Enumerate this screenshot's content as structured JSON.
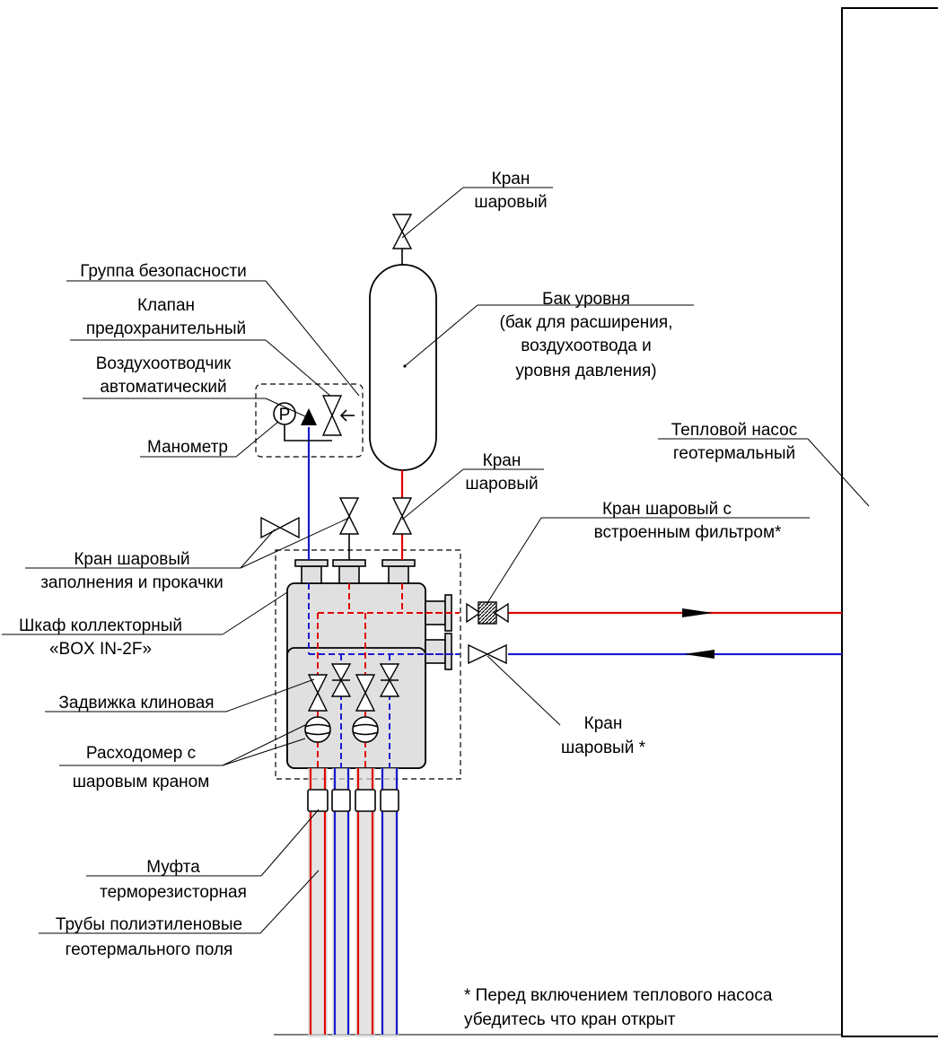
{
  "labels": {
    "kran_top_1": "Кран",
    "kran_top_2": "шаровый",
    "gruppa": "Группа безопасности",
    "klapan_1": "Клапан",
    "klapan_2": "предохранительный",
    "vozdukh_1": "Воздухоотводчик",
    "vozdukh_2": "автоматический",
    "manometr": "Манометр",
    "manometr_symbol": "P",
    "bak_1": "Бак уровня",
    "bak_2": "(бак для расширения,",
    "bak_3": "воздухоотвода и",
    "bak_4": "уровня давления)",
    "kran_mid_1": "Кран",
    "kran_mid_2": "шаровый",
    "teplovoy_1": "Тепловой насос",
    "teplovoy_2": "геотермальный",
    "filter_1": "Кран шаровый с",
    "filter_2": "встроенным фильтром*",
    "zapolnenie_1": "Кран шаровый",
    "zapolnenie_2": "заполнения и прокачки",
    "shkaf_1": "Шкаф коллекторный",
    "shkaf_2": "«BOX IN-2F»",
    "zadvizhka": "Задвижка клиновая",
    "raskhodomer_1": "Расходомер с",
    "raskhodomer_2": "шаровым краном",
    "kran_bottom_1": "Кран",
    "kran_bottom_2": "шаровый *",
    "mufta_1": "Муфта",
    "mufta_2": "терморезисторная",
    "truby_1": "Трубы полиэтиленовые",
    "truby_2": "геотермального поля",
    "note_1": "* Перед включением теплового насоса",
    "note_2": "убедитесь что кран открыт"
  },
  "colors": {
    "supply": "#e10600",
    "return": "#1a1ad0",
    "cabinet_fill": "#e0e0e0",
    "line": "#000000"
  }
}
